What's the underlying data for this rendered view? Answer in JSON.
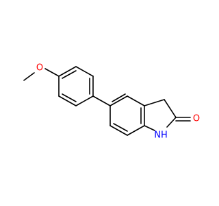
{
  "molecule": {
    "atoms": {
      "methoxy_oxygen": "O",
      "carbonyl_oxygen": "O",
      "nitrogen_h": "NH"
    }
  },
  "colors": {
    "bond": "#000000",
    "oxygen": "#ff0000",
    "nitrogen": "#0000ff"
  }
}
